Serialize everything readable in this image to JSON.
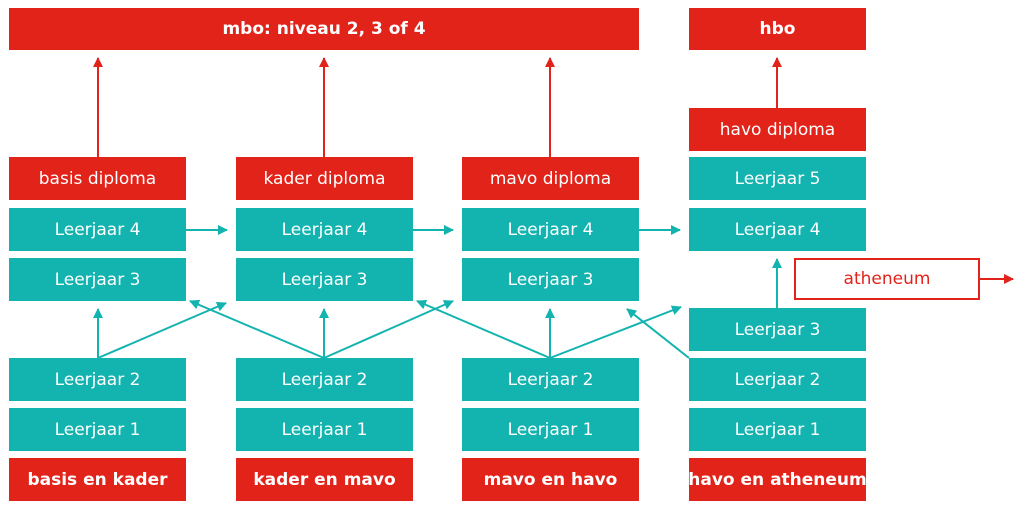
{
  "top": {
    "mbo": "mbo: niveau 2, 3 of 4",
    "hbo": "hbo"
  },
  "columns": {
    "basis": {
      "diploma": "basis diploma",
      "y4": "Leerjaar 4",
      "y3": "Leerjaar 3",
      "y2": "Leerjaar 2",
      "y1": "Leerjaar 1",
      "footer": "basis en kader"
    },
    "kader": {
      "diploma": "kader diploma",
      "y4": "Leerjaar 4",
      "y3": "Leerjaar 3",
      "y2": "Leerjaar 2",
      "y1": "Leerjaar 1",
      "footer": "kader en mavo"
    },
    "mavo": {
      "diploma": "mavo diploma",
      "y4": "Leerjaar 4",
      "y3": "Leerjaar 3",
      "y2": "Leerjaar 2",
      "y1": "Leerjaar 1",
      "footer": "mavo en havo"
    },
    "havo": {
      "diploma": "havo diploma",
      "y5": "Leerjaar 5",
      "y4": "Leerjaar 4",
      "y3": "Leerjaar 3",
      "y2": "Leerjaar 2",
      "y1": "Leerjaar 1",
      "footer": "havo en atheneum"
    }
  },
  "side": {
    "atheneum": "atheneum"
  },
  "colors": {
    "red": "#e2231a",
    "teal": "#13b3b0"
  }
}
